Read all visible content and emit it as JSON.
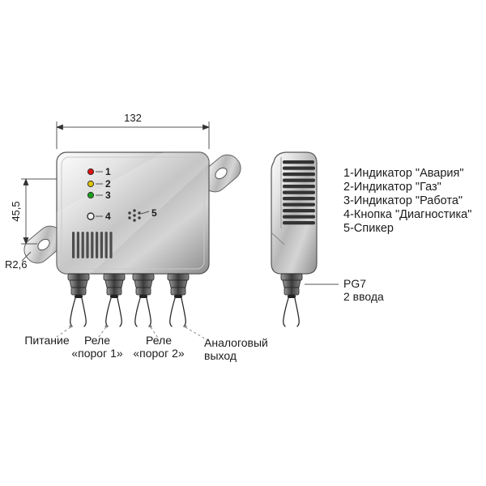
{
  "legend": {
    "items": [
      "1-Индикатор \"Авария\"",
      "2-Индикатор \"Газ\"",
      "3-Индикатор \"Работа\"",
      "4-Кнопка \"Диагностика\"",
      "5-Спикер"
    ]
  },
  "dimensions": {
    "width": "132",
    "height": "45,5",
    "radius": "R2,6"
  },
  "markers": {
    "led_alarm": "1",
    "led_gas": "2",
    "led_work": "3",
    "button": "4",
    "speaker": "5"
  },
  "gland": {
    "type": "PG7",
    "inputs": "2 ввода"
  },
  "wire_labels": {
    "power": "Питание",
    "relay1_l1": "Реле",
    "relay1_l2": "«порог 1»",
    "relay2_l1": "Реле",
    "relay2_l2": "«порог 2»",
    "analog_l1": "Аналоговый",
    "analog_l2": "выход"
  },
  "colors": {
    "led_alarm": "#dd1111",
    "led_gas": "#ddc400",
    "led_work": "#18а018",
    "led_work_hex": "#18a018"
  }
}
